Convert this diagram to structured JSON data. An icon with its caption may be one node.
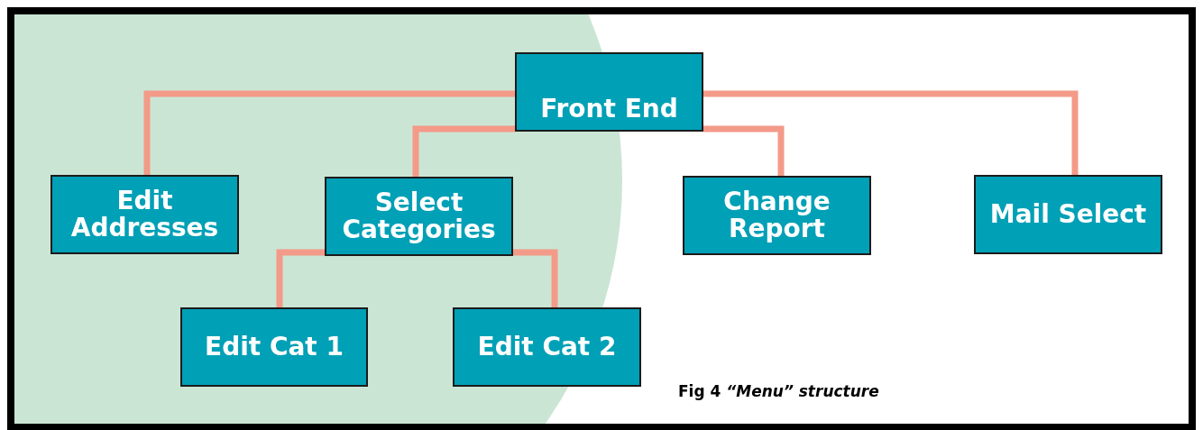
{
  "diagram": {
    "caption": "**Fig 4** *“Menu” structure*",
    "nodes": [
      {
        "text": [
          "Front End"
        ]
      },
      {
        "text": [
          "Edit Addresses"
        ]
      },
      {
        "text": [
          "Select Categories"
        ]
      },
      {
        "text": [
          "Change Report"
        ]
      },
      {
        "text": [
          "Mail Select"
        ]
      },
      {
        "text": [
          "Edit Cat 1"
        ]
      },
      {
        "text": [
          "Edit Cat 2"
        ]
      }
    ],
    "edges": [
      {
        "from": 0,
        "to": 1,
        "arrow": "none"
      },
      {
        "from": 0,
        "to": 2,
        "arrow": "none"
      },
      {
        "from": 0,
        "to": 3,
        "arrow": "none"
      },
      {
        "from": 0,
        "to": 4,
        "arrow": "none"
      },
      {
        "from": 2,
        "to": 5,
        "arrow": "none"
      },
      {
        "from": 2,
        "to": 6,
        "arrow": "none"
      }
    ]
  }
}
